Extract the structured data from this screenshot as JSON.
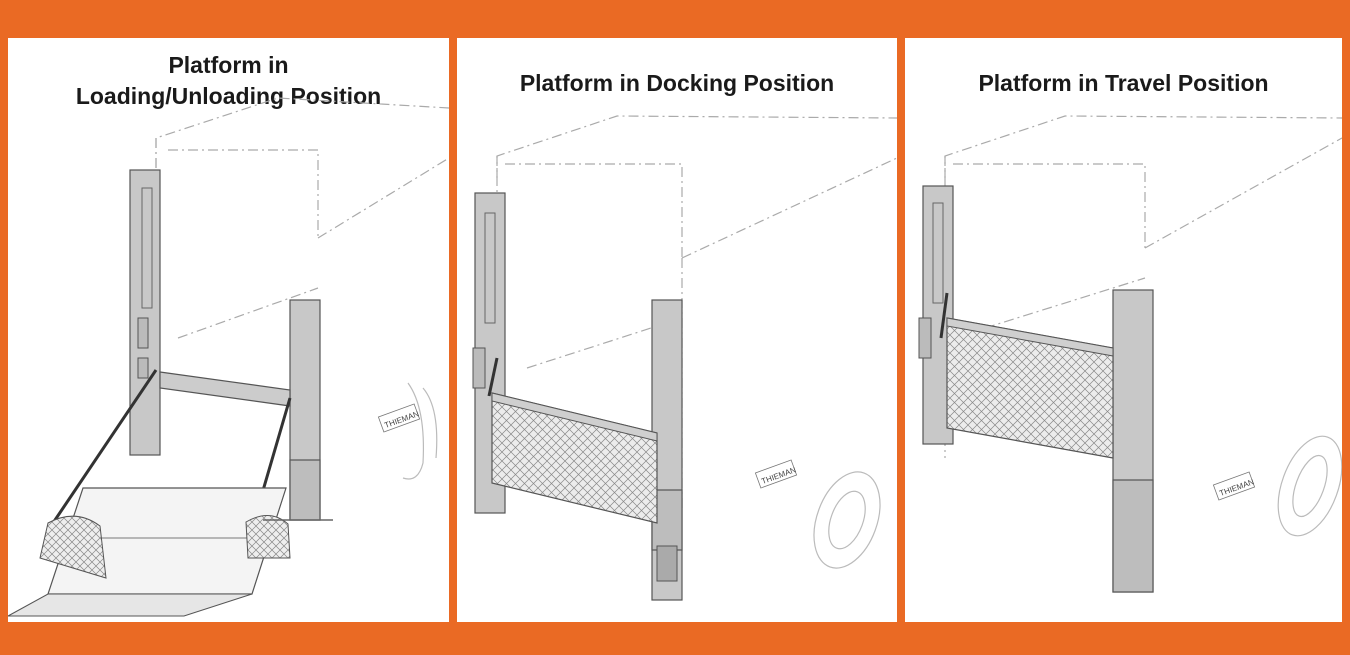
{
  "panels": [
    {
      "title_lines": [
        "Platform in",
        "Loading/Unloading Position"
      ],
      "illustration": "liftgate-loading-illustration"
    },
    {
      "title_lines": [
        "Platform in Docking Position"
      ],
      "illustration": "liftgate-docking-illustration"
    },
    {
      "title_lines": [
        "Platform in Travel Position"
      ],
      "illustration": "liftgate-travel-illustration"
    }
  ],
  "brand_logo_text": "THIEMAN",
  "colors": {
    "frame": "#ea6a24",
    "panel": "#ffffff",
    "title": "#1a1a1a",
    "post": "#c8c8c8",
    "outline": "#555555"
  }
}
